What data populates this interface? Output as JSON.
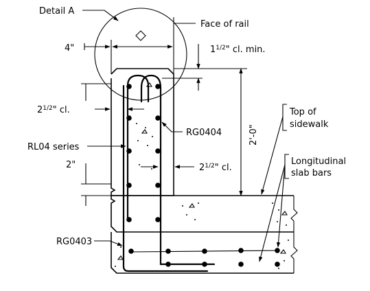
{
  "labels": {
    "detail_a": "Detail A",
    "face_of_rail": "Face of rail",
    "dim_4in": "4\"",
    "cl_min_prefix": "1",
    "cl_min_frac": "1/2",
    "cl_min_suffix": "\" cl. min.",
    "cl_left_prefix": "2",
    "cl_left_frac": "1/2",
    "cl_left_suffix": "\" cl.",
    "rg0404": "RG0404",
    "rl04_series": "RL04 series",
    "dim_2in": "2\"",
    "cl_right_prefix": "2",
    "cl_right_frac": "1/2",
    "cl_right_suffix": "\" cl.",
    "height_dim": "2'-0\"",
    "top_of_sidewalk_line1": "Top of",
    "top_of_sidewalk_line2": "sidewalk",
    "long_slab_line1": "Longitudinal",
    "long_slab_line2": "slab bars",
    "rg0403": "RG0403"
  }
}
